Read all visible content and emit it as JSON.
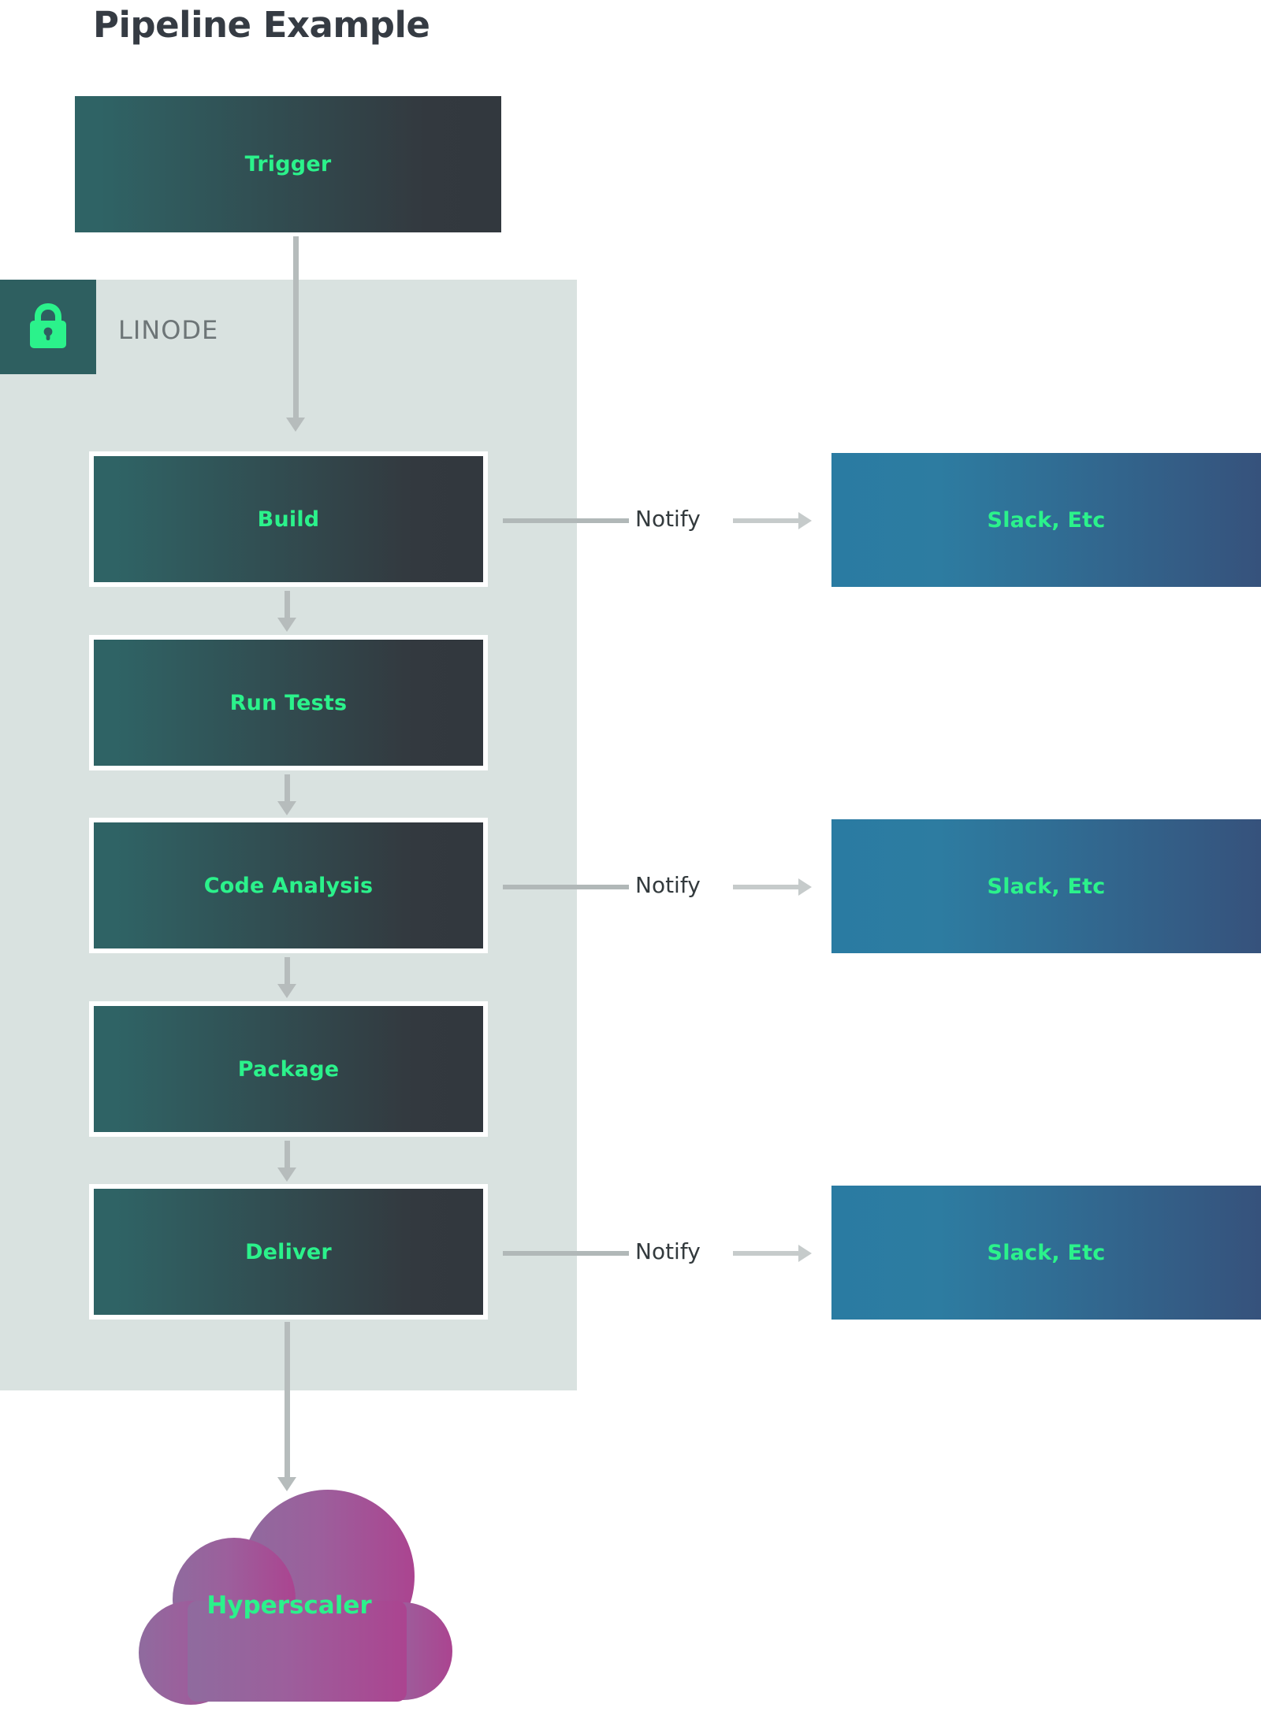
{
  "title": "Pipeline Example",
  "zone": {
    "label": "LINODE",
    "badge_icon": "lock-icon",
    "background": "#d9e2e0",
    "badge_background": "#2e5f60",
    "badge_icon_color": "#2bf28b"
  },
  "colors": {
    "accent_green": "#2bf28b",
    "title": "#353b43",
    "stage_gradient_from": "#2f6365",
    "stage_gradient_to": "#33393f",
    "notify_gradient_from": "#2a7ba2",
    "notify_gradient_to": "#36527c",
    "cloud_gradient_from": "#96639f",
    "cloud_gradient_to": "#a8488f",
    "arrow": "#b6bcbc",
    "notify_text": "#333a3d",
    "zone_label_text": "#6d7577"
  },
  "trigger": {
    "label": "Trigger"
  },
  "stages": [
    {
      "label": "Build"
    },
    {
      "label": "Run Tests"
    },
    {
      "label": "Code Analysis"
    },
    {
      "label": "Package"
    },
    {
      "label": "Deliver"
    }
  ],
  "notifications": [
    {
      "edge_label": "Notify",
      "target_label": "Slack, Etc"
    },
    {
      "edge_label": "Notify",
      "target_label": "Slack, Etc"
    },
    {
      "edge_label": "Notify",
      "target_label": "Slack, Etc"
    }
  ],
  "cloud": {
    "label": "Hyperscaler"
  },
  "chart_data": {
    "type": "diagram",
    "title": "Pipeline Example",
    "nodes": [
      {
        "id": "trigger",
        "label": "Trigger",
        "group": "external"
      },
      {
        "id": "build",
        "label": "Build",
        "group": "LINODE"
      },
      {
        "id": "tests",
        "label": "Run Tests",
        "group": "LINODE"
      },
      {
        "id": "analysis",
        "label": "Code Analysis",
        "group": "LINODE"
      },
      {
        "id": "package",
        "label": "Package",
        "group": "LINODE"
      },
      {
        "id": "deliver",
        "label": "Deliver",
        "group": "LINODE"
      },
      {
        "id": "slack1",
        "label": "Slack, Etc",
        "group": "external"
      },
      {
        "id": "slack2",
        "label": "Slack, Etc",
        "group": "external"
      },
      {
        "id": "slack3",
        "label": "Slack, Etc",
        "group": "external"
      },
      {
        "id": "cloud",
        "label": "Hyperscaler",
        "group": "external"
      }
    ],
    "edges": [
      {
        "from": "trigger",
        "to": "build",
        "label": ""
      },
      {
        "from": "build",
        "to": "tests",
        "label": ""
      },
      {
        "from": "tests",
        "to": "analysis",
        "label": ""
      },
      {
        "from": "analysis",
        "to": "package",
        "label": ""
      },
      {
        "from": "package",
        "to": "deliver",
        "label": ""
      },
      {
        "from": "deliver",
        "to": "cloud",
        "label": ""
      },
      {
        "from": "build",
        "to": "slack1",
        "label": "Notify"
      },
      {
        "from": "analysis",
        "to": "slack2",
        "label": "Notify"
      },
      {
        "from": "deliver",
        "to": "slack3",
        "label": "Notify"
      }
    ],
    "groups": [
      {
        "id": "LINODE",
        "label": "LINODE",
        "icon": "lock-icon"
      }
    ]
  }
}
